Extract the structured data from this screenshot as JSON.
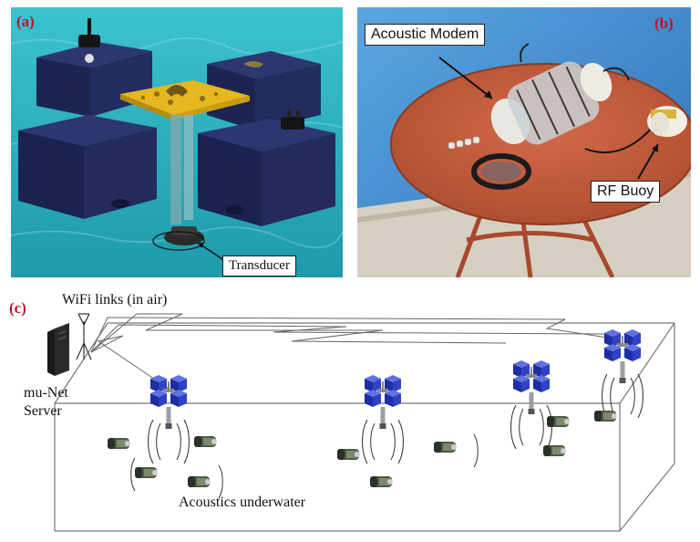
{
  "panel_a": {
    "label": "(a)",
    "callout": "Transducer",
    "colors": {
      "water": "#2fb4c2",
      "box": "#1e2757",
      "plate": "#e6b71e"
    }
  },
  "panel_b": {
    "label": "(b)",
    "callout_modem": "Acoustic Modem",
    "callout_buoy": "RF Buoy",
    "colors": {
      "table": "#c25b3b",
      "water": "#4a8fd1",
      "deck": "#d8d2c6"
    }
  },
  "panel_c": {
    "label": "(c)",
    "wifi_label": "WiFi links (in air)",
    "server_label_line1": "mu-Net",
    "server_label_line2": "Server",
    "acoustics_label": "Acoustics underwater",
    "colors": {
      "buoy": "#2a3bb0",
      "buoy_light": "#4f61d6"
    }
  }
}
